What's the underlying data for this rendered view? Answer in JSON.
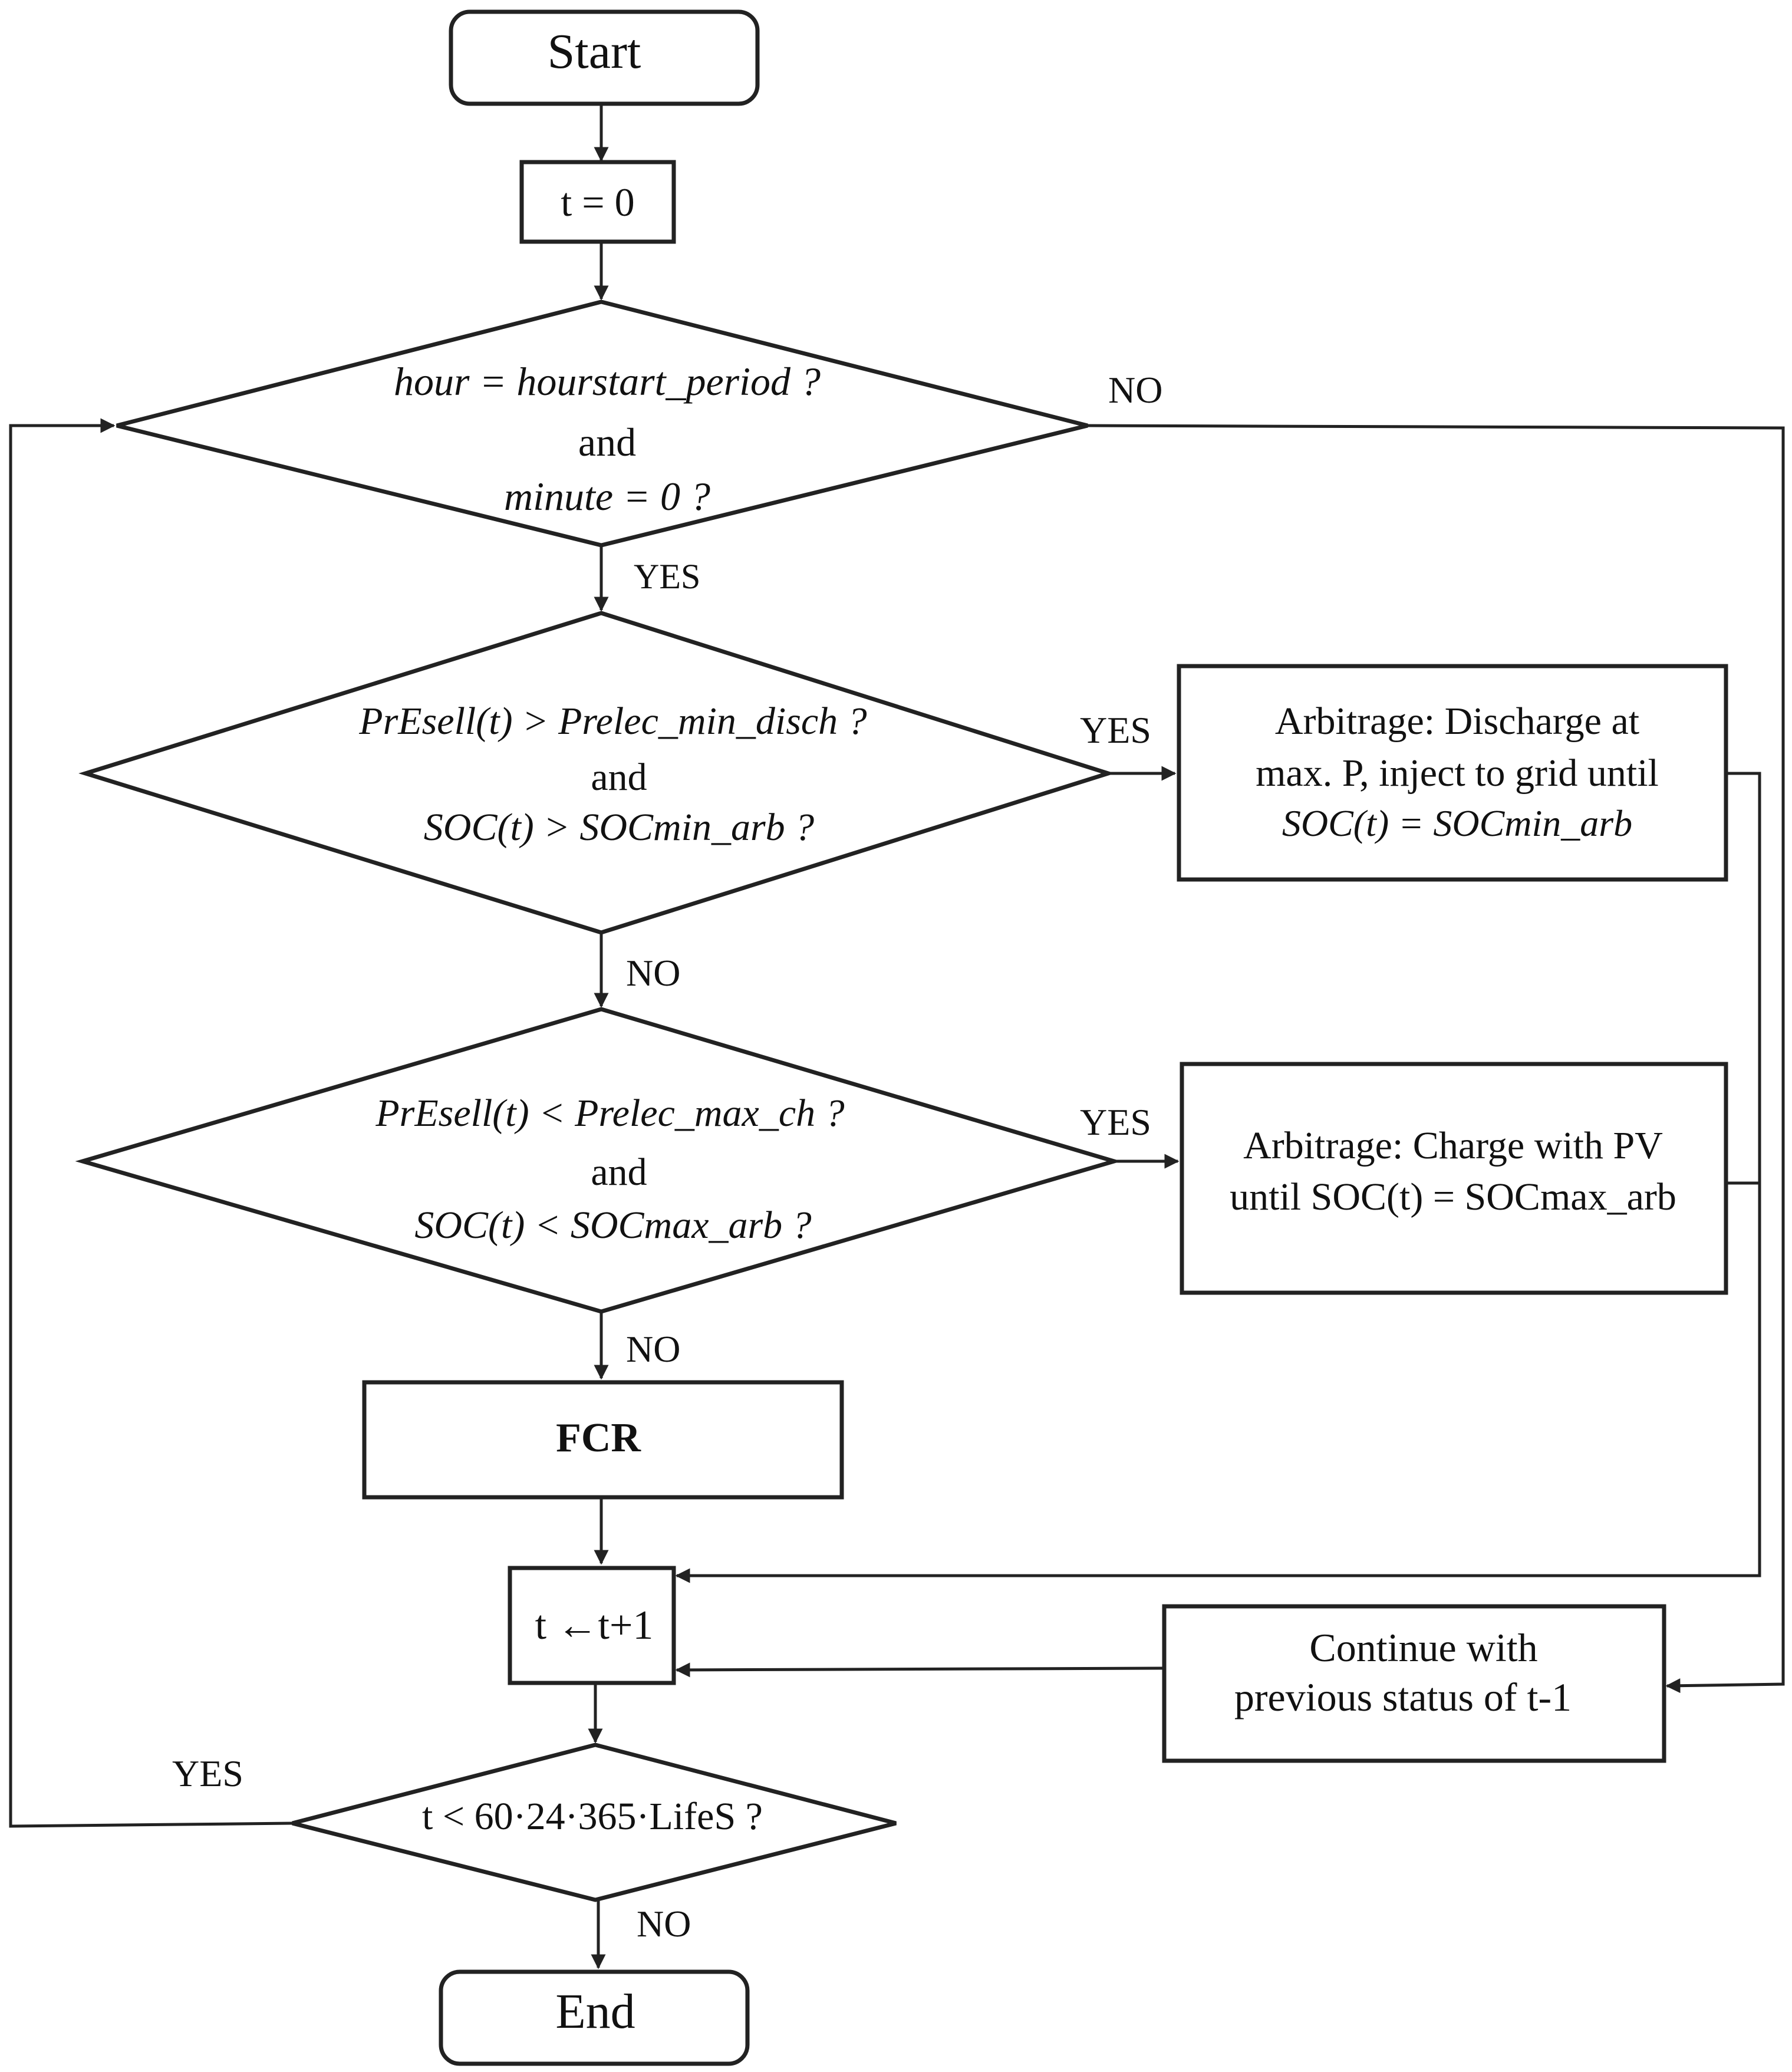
{
  "nodes": {
    "start": "Start",
    "init": "t = 0",
    "decision_start": {
      "line1": "hour = hourstart_period ?",
      "line2": "and",
      "line3": "minute = 0 ?"
    },
    "decision_discharge": {
      "line1": "PrEsell(t) > Prelec_min_disch ?",
      "line2": "and",
      "line3": "SOC(t) > SOCmin_arb ?"
    },
    "action_discharge": {
      "line1": "Arbitrage: Discharge at",
      "line2": "max. P, inject to grid until",
      "line3": "SOC(t) = SOCmin_arb"
    },
    "decision_charge": {
      "line1": "PrEsell(t) < Prelec_max_ch ?",
      "line2": "and",
      "line3": "SOC(t) < SOCmax_arb ?"
    },
    "action_charge": {
      "line1": "Arbitrage: Charge with PV",
      "line2": "until SOC(t) = SOCmax_arb"
    },
    "fcr": "FCR",
    "increment": "t ←t+1",
    "continue": {
      "line1": "Continue with",
      "line2": "previous status of t-1"
    },
    "decision_life": "t < 60·24·365·LifeS ?",
    "end": "End"
  },
  "edge_labels": {
    "start_no": "NO",
    "start_yes": "YES",
    "discharge_yes": "YES",
    "discharge_no": "NO",
    "charge_yes": "YES",
    "charge_no": "NO",
    "life_yes": "YES",
    "life_no": "NO"
  }
}
